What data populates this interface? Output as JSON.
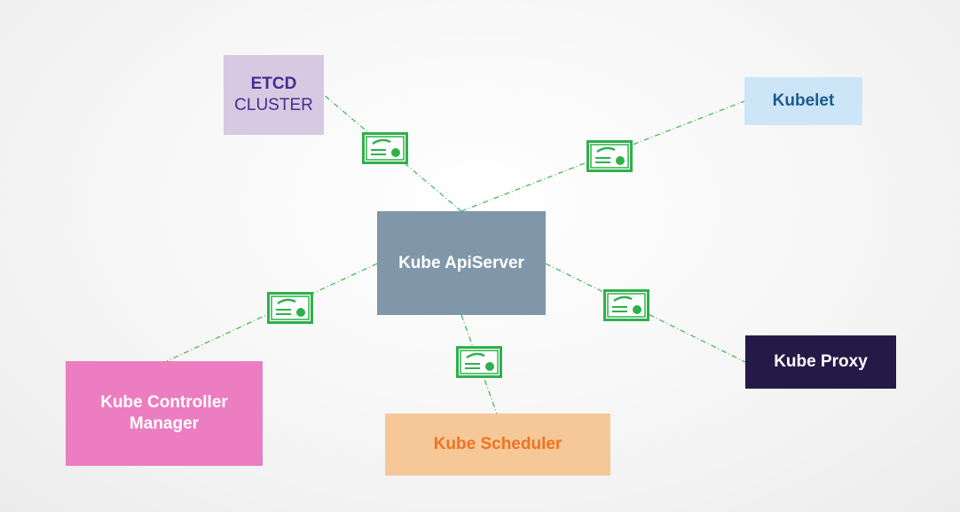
{
  "nodes": {
    "etcd": {
      "line1": "ETCD",
      "line2": "CLUSTER"
    },
    "kubelet": {
      "label": "Kubelet"
    },
    "apiserver": {
      "label": "Kube ApiServer"
    },
    "proxy": {
      "label": "Kube Proxy"
    },
    "controller": {
      "line1": "Kube Controller",
      "line2": "Manager"
    },
    "scheduler": {
      "label": "Kube Scheduler"
    }
  },
  "colors": {
    "connector": "#3cb54a",
    "certificate": "#2fb04b"
  },
  "connections": [
    {
      "from": "apiserver",
      "to": "etcd",
      "has_certificate": true
    },
    {
      "from": "apiserver",
      "to": "kubelet",
      "has_certificate": true
    },
    {
      "from": "apiserver",
      "to": "controller",
      "has_certificate": true
    },
    {
      "from": "apiserver",
      "to": "proxy",
      "has_certificate": true
    },
    {
      "from": "apiserver",
      "to": "scheduler",
      "has_certificate": true
    }
  ],
  "icons": {
    "certificate": "certificate-icon"
  }
}
